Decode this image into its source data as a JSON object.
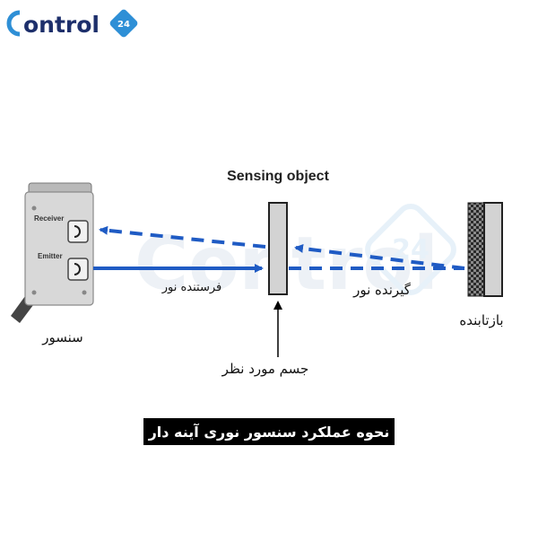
{
  "logo": {
    "text": "ontrol",
    "badge_text": "24",
    "brand_color": "#1d2f6b",
    "accent_color": "#2e8fd6"
  },
  "watermark": {
    "text": "Control",
    "badge_text": "24"
  },
  "diagram": {
    "title": "Sensing object",
    "sensor_labels": {
      "receiver": "Receiver",
      "emitter": "Emitter"
    },
    "labels": {
      "sensor": "سنسور",
      "emitter_light": "فرستنده نور",
      "receiver_light": "گیرنده نور",
      "reflector": "بازتابنده",
      "object": "جسم مورد نظر"
    },
    "colors": {
      "arrow": "#1f5bc4",
      "panel": "#d3d3d3",
      "outline": "#222222"
    }
  },
  "caption": "نحوه عملکرد سنسور نوری آینه دار"
}
